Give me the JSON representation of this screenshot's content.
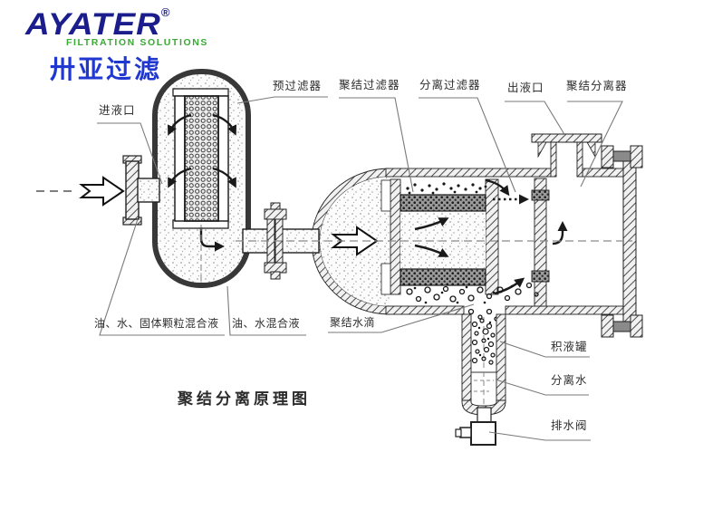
{
  "logo": {
    "brand": "AYATER",
    "registered": "®",
    "tagline": "FILTRATION SOLUTIONS",
    "chinese_name": "卅亚过滤",
    "brand_color": "#1b1d8c",
    "tagline_color": "#3aa935",
    "chinese_color": "#2038d0"
  },
  "diagram": {
    "caption": "聚结分离原理图",
    "line_color": "#2b2b2b",
    "labels": {
      "inlet": "进液口",
      "pre_filter": "预过滤器",
      "coalescing_filter": "聚结过滤器",
      "separation_filter": "分离过滤器",
      "outlet": "出液口",
      "coalescing_separator": "聚结分离器",
      "oil_water_solid_mixture": "油、水、固体颗粒混合液",
      "oil_water_mixture": "油、水混合液",
      "coalesced_droplets": "聚结水滴",
      "accumulator_tank": "积液罐",
      "separated_water": "分离水",
      "drain_valve": "排水阀"
    }
  }
}
